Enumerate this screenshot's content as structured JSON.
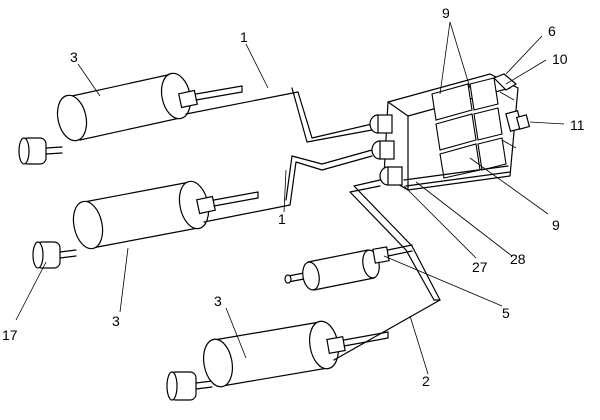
{
  "labels": {
    "l_3a": "3",
    "l_1a": "1",
    "l_9a": "9",
    "l_6": "6",
    "l_10": "10",
    "l_11": "11",
    "l_1b": "1",
    "l_9b": "9",
    "l_27": "27",
    "l_28": "28",
    "l_17": "17",
    "l_3b": "3",
    "l_5": "5",
    "l_3c": "3",
    "l_2": "2"
  }
}
